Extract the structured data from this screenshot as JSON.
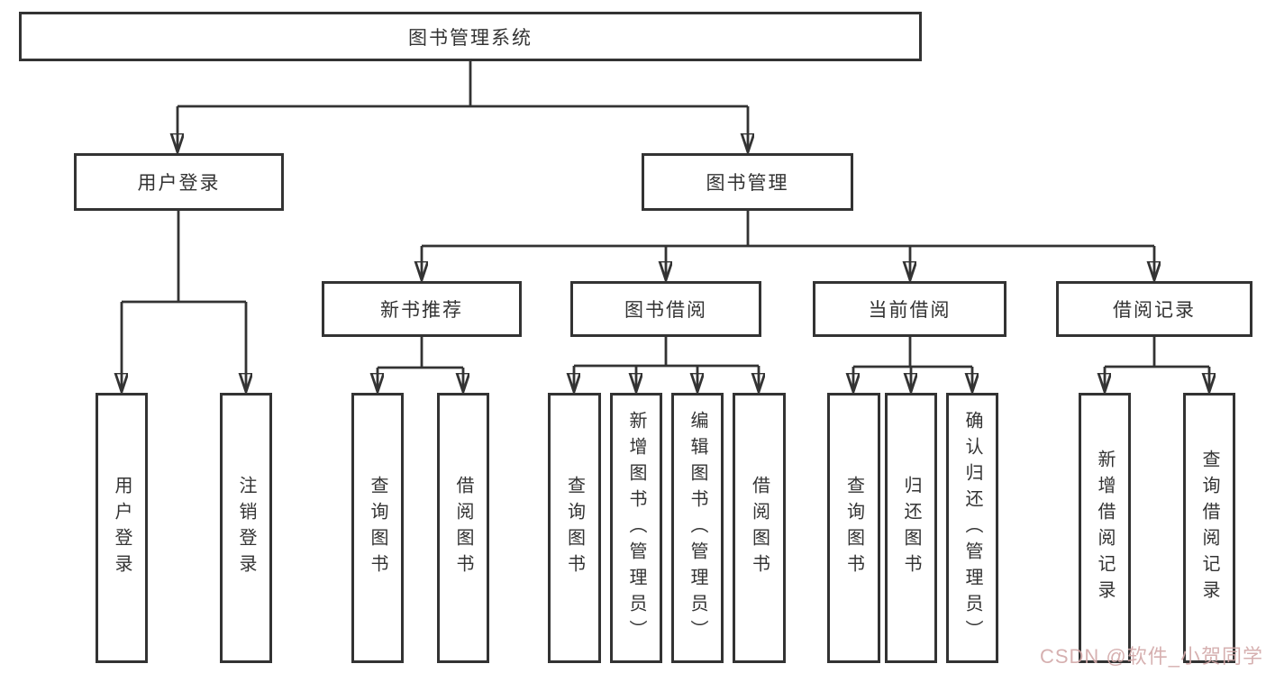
{
  "diagram": {
    "root": {
      "label": "图书管理系统"
    },
    "branches": {
      "user_login": {
        "label": "用户登录",
        "children": {
          "login": {
            "label": "用户登录"
          },
          "logout": {
            "label": "注销登录"
          }
        }
      },
      "book_management": {
        "label": "图书管理",
        "children": {
          "new_book": {
            "label": "新书推荐",
            "children": {
              "query": {
                "label": "查询图书"
              },
              "borrow": {
                "label": "借阅图书"
              }
            }
          },
          "book_borrow": {
            "label": "图书借阅",
            "children": {
              "query": {
                "label": "查询图书"
              },
              "add": {
                "label": "新增图书（管理员）"
              },
              "edit": {
                "label": "编辑图书（管理员）"
              },
              "borrow": {
                "label": "借阅图书"
              }
            }
          },
          "current_borrow": {
            "label": "当前借阅",
            "children": {
              "query": {
                "label": "查询图书"
              },
              "return": {
                "label": "归还图书"
              },
              "confirm": {
                "label": "确认归还（管理员）"
              }
            }
          },
          "borrow_record": {
            "label": "借阅记录",
            "children": {
              "add": {
                "label": "新增借阅记录"
              },
              "query": {
                "label": "查询借阅记录"
              }
            }
          }
        }
      }
    },
    "watermark": "CSDN @软件_小贺同学",
    "colors": {
      "line": "#333333",
      "text": "#333333",
      "box_background": "#ffffff",
      "watermark": "#d2a8a8"
    }
  }
}
